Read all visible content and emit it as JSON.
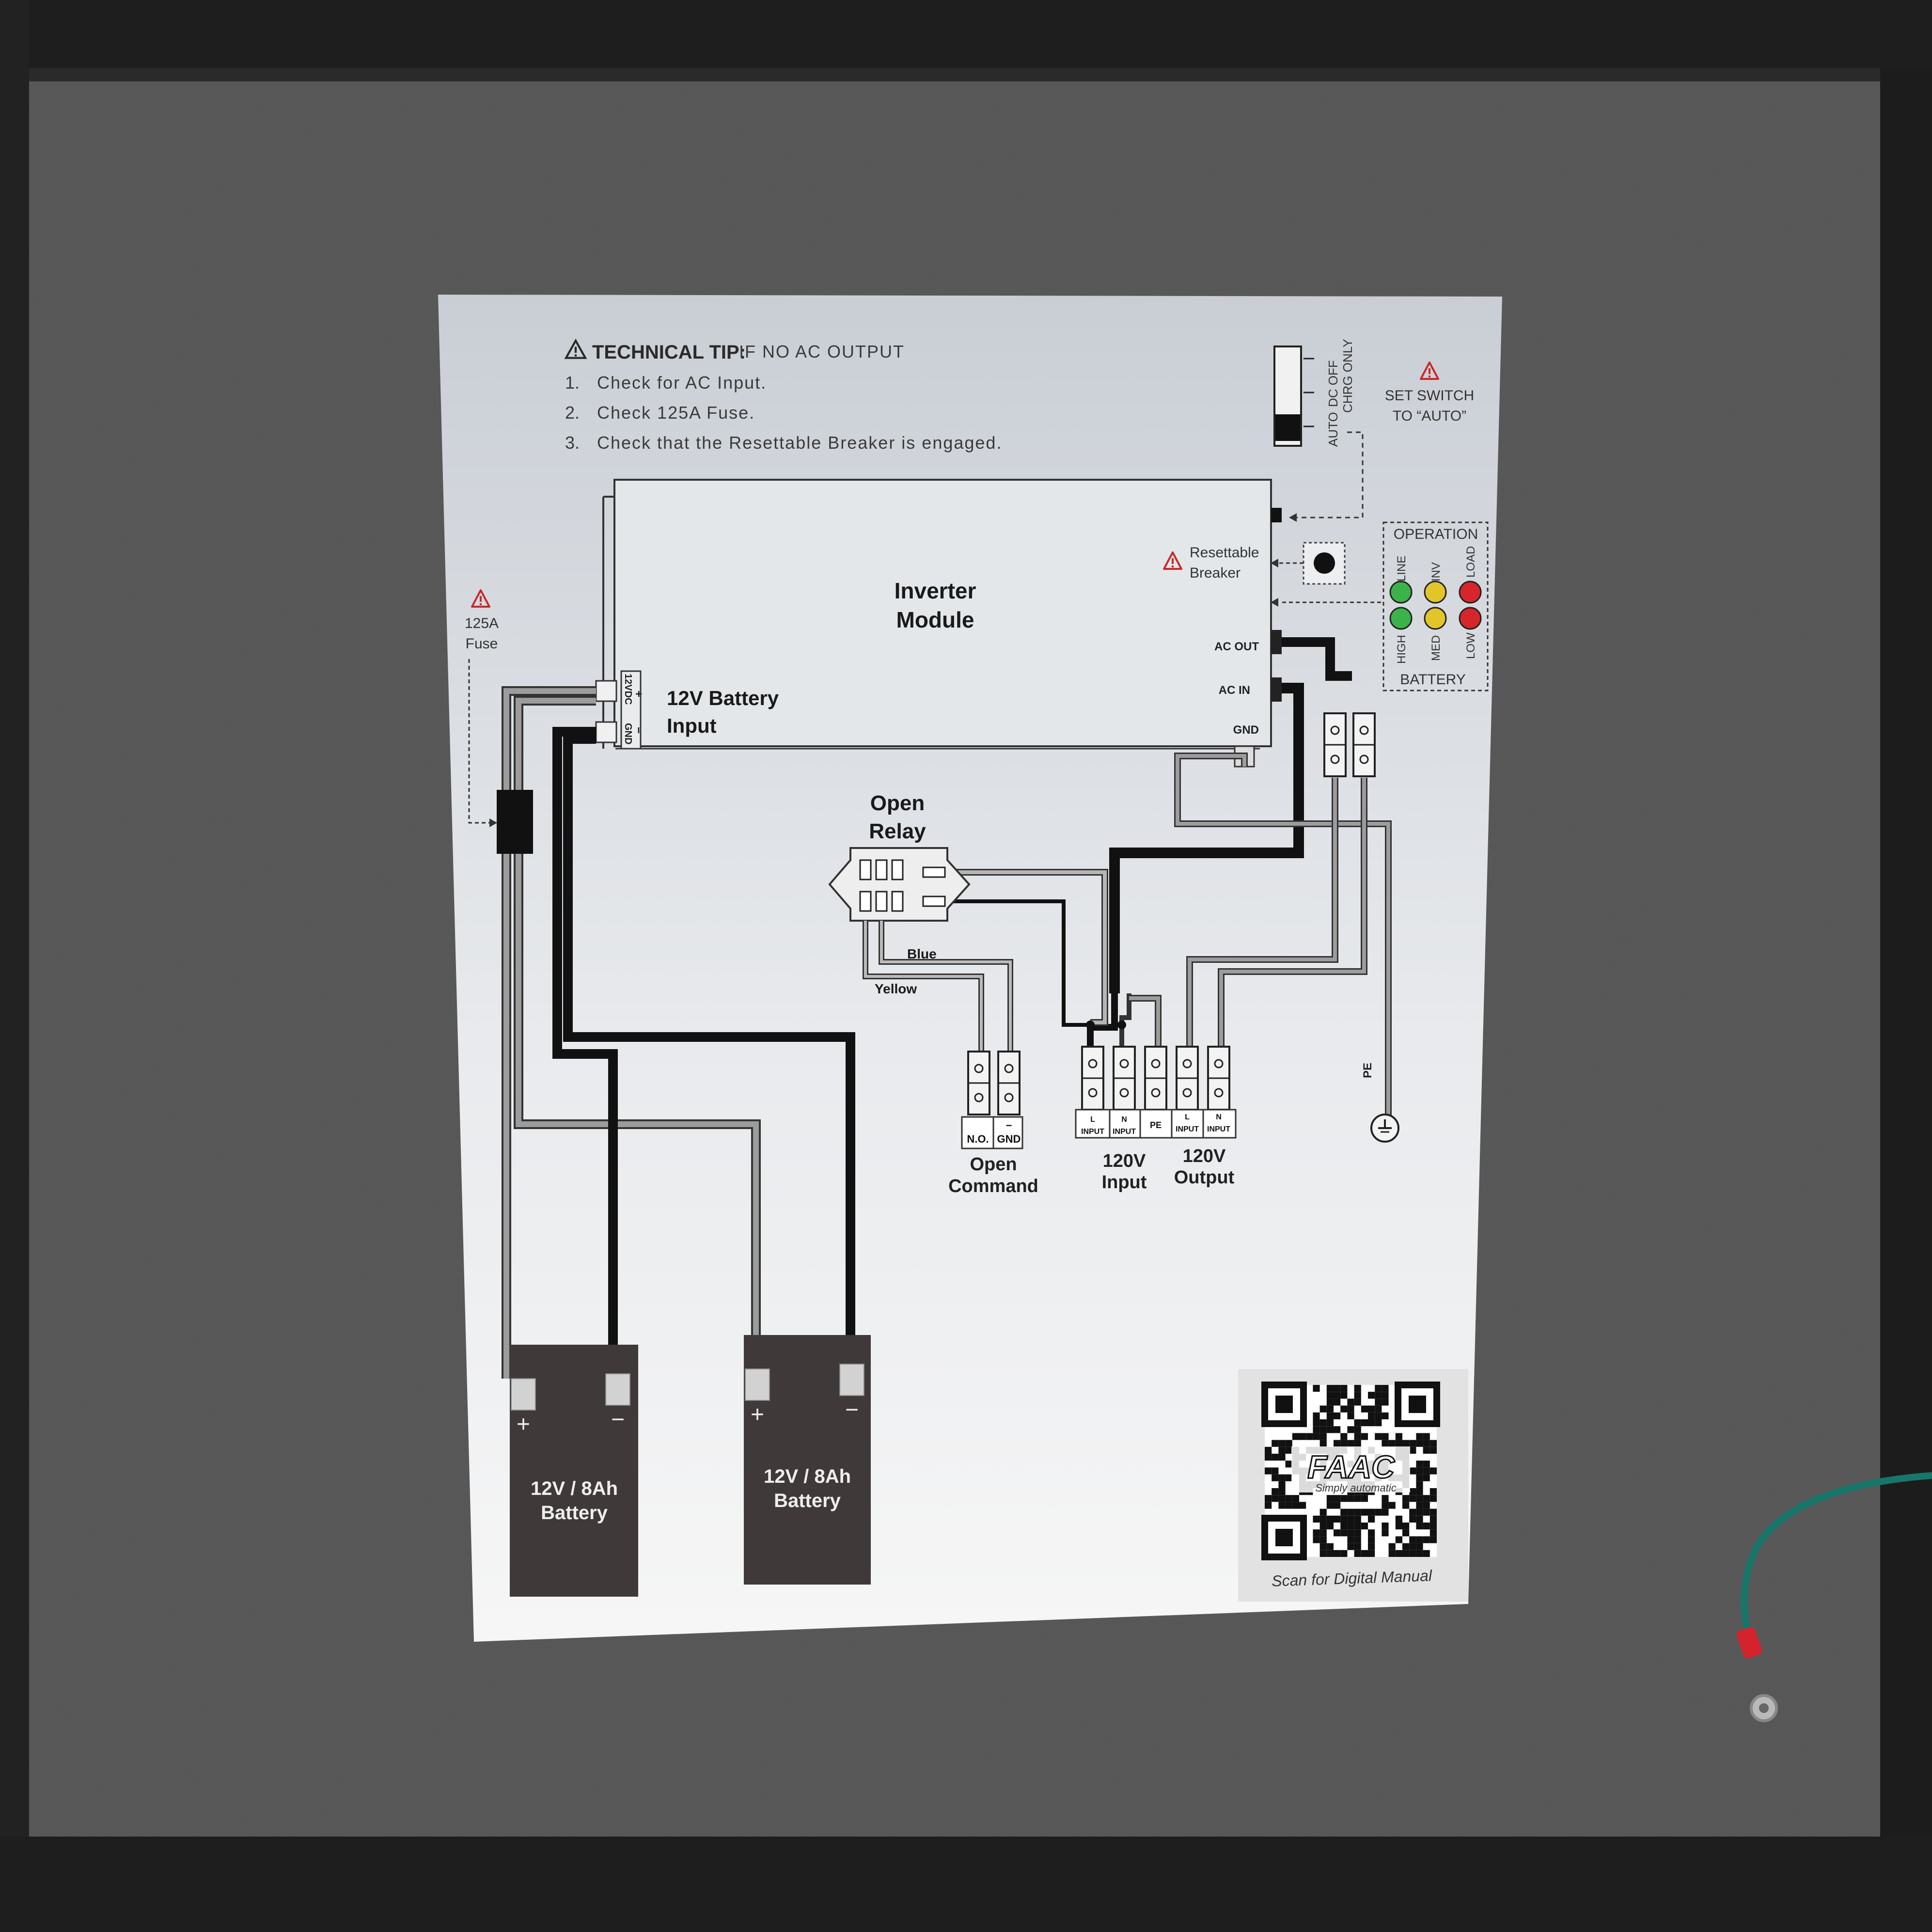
{
  "tip": {
    "heading": "TECHNICAL TIP:",
    "subheading": "IF NO AC OUTPUT",
    "steps": [
      {
        "num": "1.",
        "text": "Check for AC Input."
      },
      {
        "num": "2.",
        "text": "Check 125A Fuse."
      },
      {
        "num": "3.",
        "text": "Check that the Resettable Breaker is engaged."
      }
    ]
  },
  "switch": {
    "positions": [
      "AUTO",
      "DC OFF",
      "CHRG ONLY"
    ],
    "note_line1": "SET SWITCH",
    "note_line2": "TO “AUTO”"
  },
  "inverter": {
    "title_line1": "Inverter",
    "title_line2": "Module",
    "breaker_line1": "Resettable",
    "breaker_line2": "Breaker",
    "ac_out": "AC OUT",
    "ac_in": "AC IN",
    "gnd": "GND",
    "battery_input_line1": "12V Battery",
    "battery_input_line2": "Input",
    "pin_plus": "+",
    "pin_minus": "−",
    "pin_12vdc": "12VDC",
    "pin_gnd": "GND"
  },
  "fuse": {
    "line1": "125A",
    "line2": "Fuse"
  },
  "leds": {
    "operation": "OPERATION",
    "battery": "BATTERY",
    "top_labels": [
      "LINE",
      "INV",
      "LOAD"
    ],
    "bottom_labels": [
      "HIGH",
      "MED",
      "LOW"
    ],
    "colors": {
      "green": "#3cb34a",
      "yellow": "#e2c52a",
      "red": "#d6262b"
    }
  },
  "relay": {
    "title_line1": "Open",
    "title_line2": "Relay",
    "blue": "Blue",
    "yellow": "Yellow"
  },
  "open_command": {
    "no": "N.O.",
    "gnd_minus": "−",
    "gnd": "GND",
    "line1": "Open",
    "line2": "Command"
  },
  "input_terminals": {
    "l": "L",
    "l_sub": "INPUT",
    "n": "N",
    "n_sub": "INPUT",
    "pe": "PE",
    "input_line1": "120V",
    "input_line2": "Input",
    "output_line1": "120V",
    "output_line2": "Output"
  },
  "pe_label": "PE",
  "batteries": [
    {
      "line1": "12V / 8Ah",
      "line2": "Battery",
      "plus": "+",
      "minus": "−"
    },
    {
      "line1": "12V / 8Ah",
      "line2": "Battery",
      "plus": "+",
      "minus": "−"
    }
  ],
  "qr": {
    "brand": "FAAC",
    "tagline": "Simply automatic",
    "caption": "Scan for Digital Manual"
  }
}
